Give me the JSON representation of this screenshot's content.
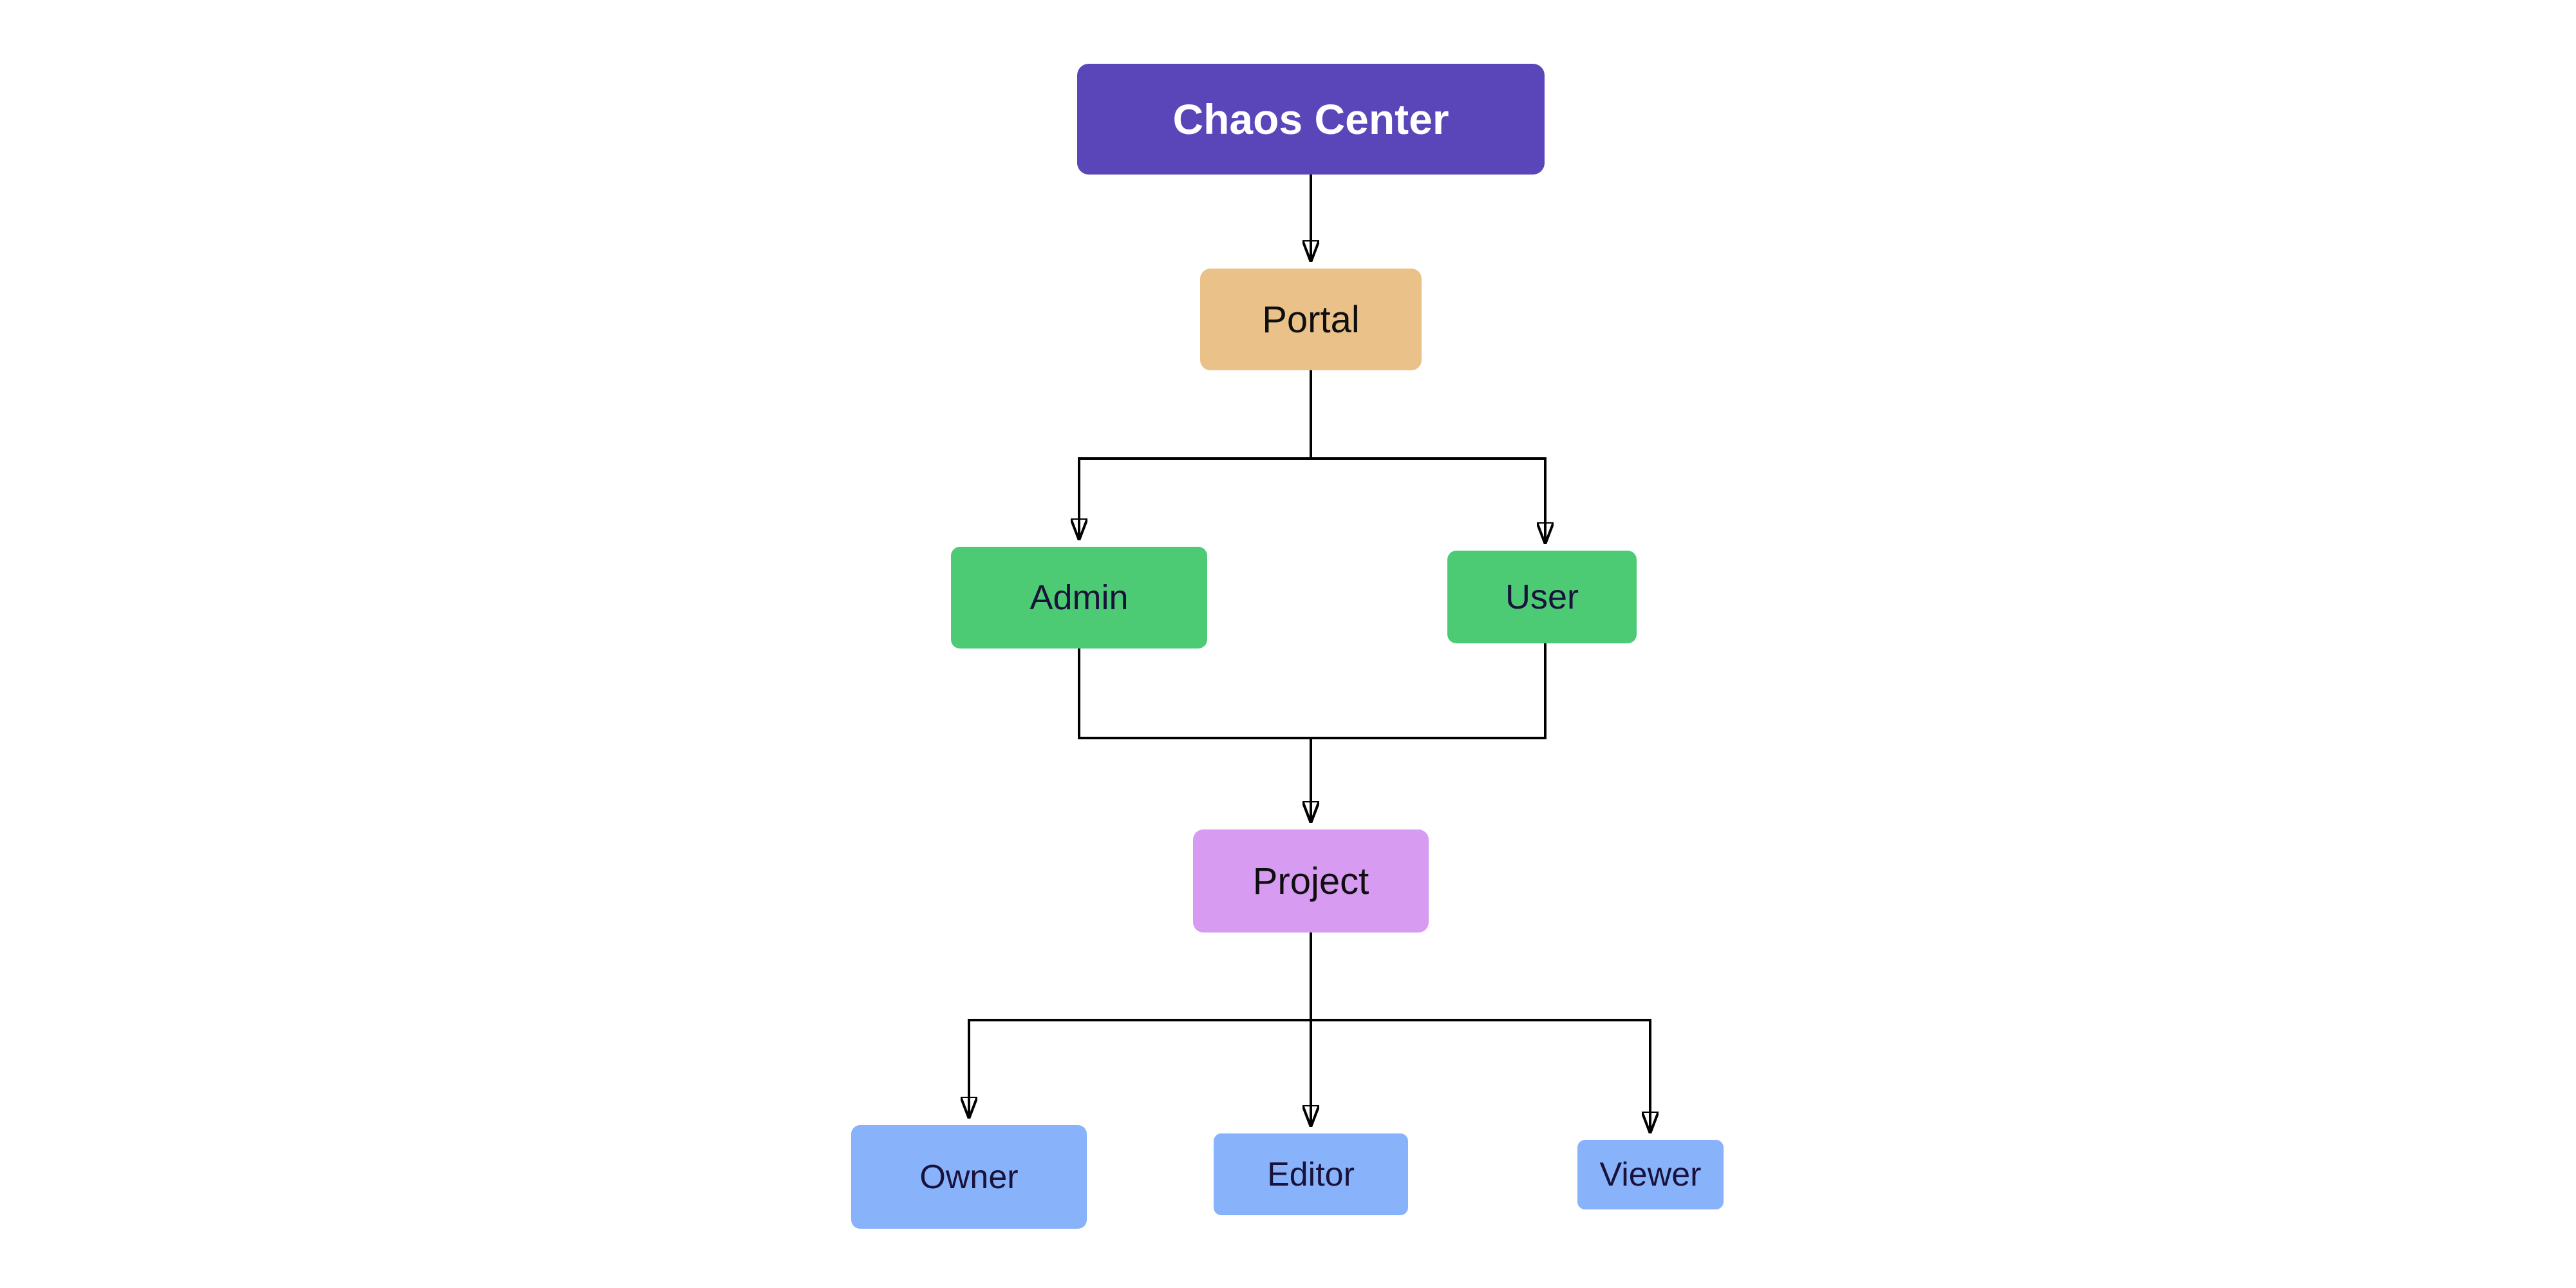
{
  "diagram": {
    "background": "#FFFFFF",
    "line_color": "#000000",
    "nodes": {
      "chaos_center": {
        "label": "Chaos Center",
        "bg": "#5A45B9",
        "text_color": "#FFFFFF"
      },
      "portal": {
        "label": "Portal",
        "bg": "#E9C189",
        "text_color": "#0F0F0F"
      },
      "admin": {
        "label": "Admin",
        "bg": "#4DCB74",
        "text_color": "#19123B"
      },
      "user": {
        "label": "User",
        "bg": "#4DCB74",
        "text_color": "#19123B"
      },
      "project": {
        "label": "Project",
        "bg": "#D89BF2",
        "text_color": "#0F0F0F"
      },
      "owner": {
        "label": "Owner",
        "bg": "#88B3FB",
        "text_color": "#19123B"
      },
      "editor": {
        "label": "Editor",
        "bg": "#88B3FB",
        "text_color": "#19123B"
      },
      "viewer": {
        "label": "Viewer",
        "bg": "#88B3FB",
        "text_color": "#19123B"
      }
    },
    "edges": [
      {
        "from": "Chaos Center",
        "to": "Portal"
      },
      {
        "from": "Portal",
        "to": "Admin"
      },
      {
        "from": "Portal",
        "to": "User"
      },
      {
        "from": "Admin",
        "to": "Project"
      },
      {
        "from": "User",
        "to": "Project"
      },
      {
        "from": "Project",
        "to": "Owner"
      },
      {
        "from": "Project",
        "to": "Editor"
      },
      {
        "from": "Project",
        "to": "Viewer"
      }
    ]
  }
}
